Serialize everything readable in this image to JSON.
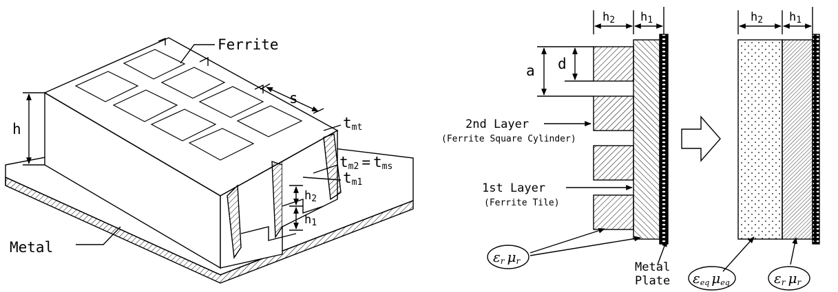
{
  "left_figure": {
    "ferrite_label": "Ferrite",
    "metal_label": "Metal",
    "h_label": "h",
    "s_label": "s",
    "tmt_label": "t",
    "tmt_sub": "mt",
    "tm2_label": "t",
    "tm2_sub": "m2",
    "eq_sign": "=",
    "tms_label": "t",
    "tms_sub": "ms",
    "tm1_label": "t",
    "tm1_sub": "m1",
    "h2_label": "h",
    "h2_sub": "2",
    "h1_label": "h",
    "h1_sub": "1"
  },
  "middle_figure": {
    "h2_label": "h",
    "h2_sub": "2",
    "h1_label": "h",
    "h1_sub": "1",
    "a_label": "a",
    "d_label": "d",
    "layer2_title": "2nd Layer",
    "layer2_sub": "(Ferrite Square Cylinder)",
    "layer1_title": "1st Layer",
    "layer1_sub": "(Ferrite Tile)",
    "er_label": "ε",
    "er_sub": "r",
    "mur_label": "μ",
    "mur_sub": "r",
    "metal_line1": "Metal",
    "metal_line2": "Plate"
  },
  "right_figure": {
    "h2_label": "h",
    "h2_sub": "2",
    "h1_label": "h",
    "h1_sub": "1",
    "eeq_label": "ε",
    "eeq_sub": "eq",
    "mueq_label": "μ",
    "mueq_sub": "eq",
    "er_label": "ε",
    "er_sub": "r",
    "mur_label": "μ",
    "mur_sub": "r"
  }
}
